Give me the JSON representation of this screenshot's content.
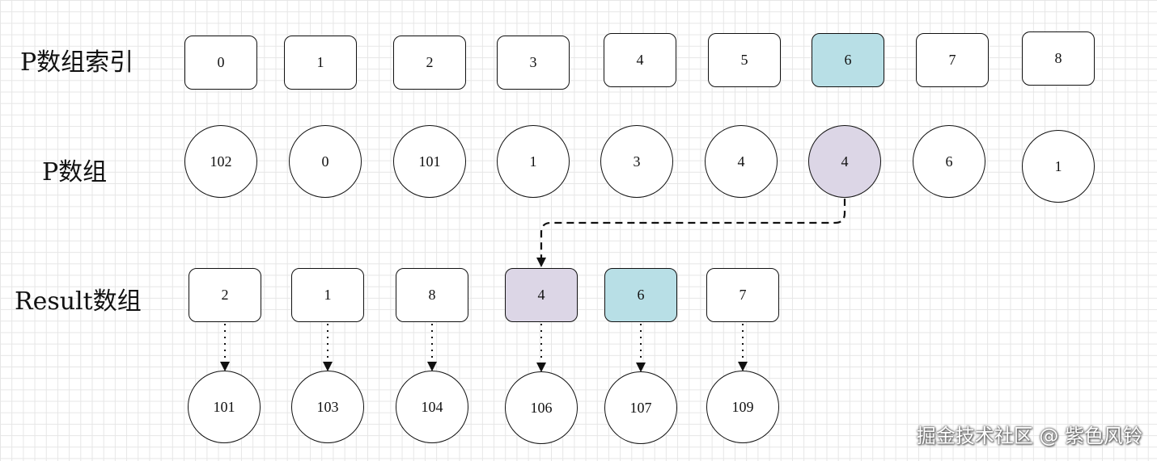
{
  "labels": {
    "index_row": "P数组索引",
    "p_row": "P数组",
    "result_row": "Result数组"
  },
  "index_boxes": [
    {
      "text": "0"
    },
    {
      "text": "1"
    },
    {
      "text": "2"
    },
    {
      "text": "3"
    },
    {
      "text": "4"
    },
    {
      "text": "5"
    },
    {
      "text": "6",
      "highlight": "blue"
    },
    {
      "text": "7"
    },
    {
      "text": "8"
    }
  ],
  "p_circles": [
    {
      "text": "102"
    },
    {
      "text": "0"
    },
    {
      "text": "101"
    },
    {
      "text": "1"
    },
    {
      "text": "3"
    },
    {
      "text": "4"
    },
    {
      "text": "4",
      "highlight": "purple"
    },
    {
      "text": "6"
    },
    {
      "text": "1"
    }
  ],
  "result_boxes": [
    {
      "text": "2"
    },
    {
      "text": "1"
    },
    {
      "text": "8"
    },
    {
      "text": "4",
      "highlight": "purple"
    },
    {
      "text": "6",
      "highlight": "blue"
    },
    {
      "text": "7"
    }
  ],
  "value_circles": [
    {
      "text": "101"
    },
    {
      "text": "103"
    },
    {
      "text": "104"
    },
    {
      "text": "106"
    },
    {
      "text": "107"
    },
    {
      "text": "109"
    }
  ],
  "colors": {
    "blue": "#b8dfe6",
    "purple": "#dcd6e6",
    "stroke": "#111111"
  },
  "watermark": "掘金技术社区 @ 紫色风铃"
}
